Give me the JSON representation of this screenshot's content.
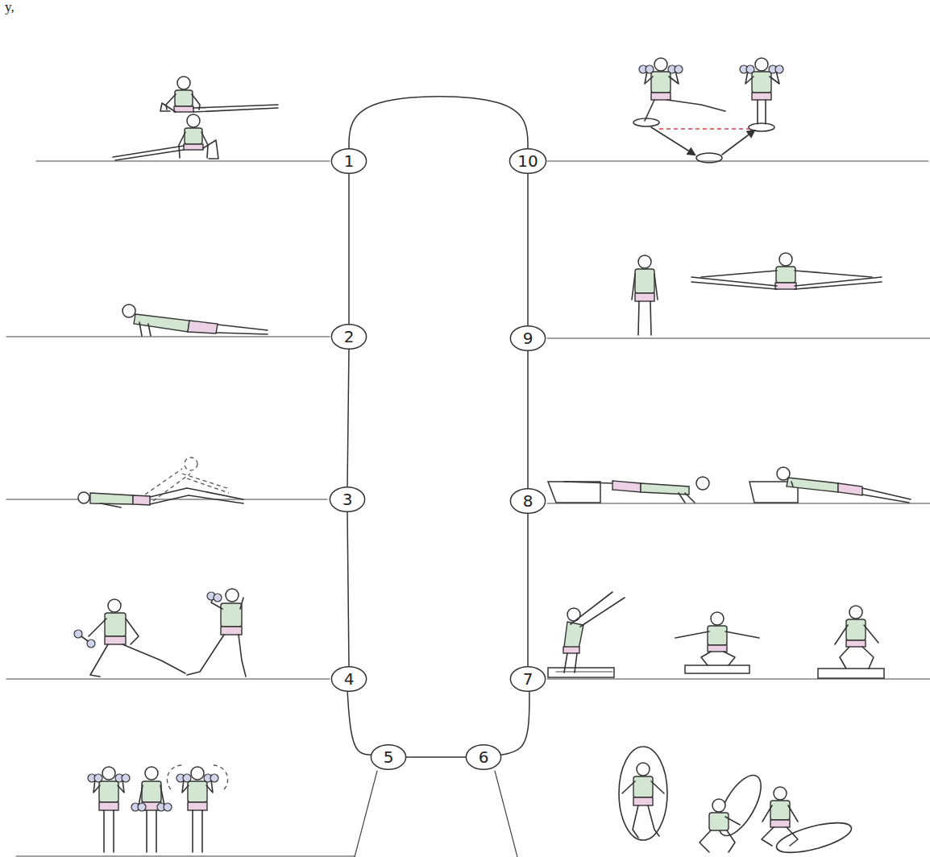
{
  "diagram": {
    "nodes": [
      {
        "text": [
          "1"
        ]
      },
      {
        "text": [
          "2"
        ]
      },
      {
        "text": [
          "3"
        ]
      },
      {
        "text": [
          "4"
        ]
      },
      {
        "text": [
          "5"
        ]
      },
      {
        "text": [
          "6"
        ]
      },
      {
        "text": [
          "7"
        ]
      },
      {
        "text": [
          "8"
        ]
      },
      {
        "text": [
          "9"
        ]
      },
      {
        "text": [
          "10"
        ]
      }
    ],
    "edges": [
      {
        "from": 0,
        "to": 1,
        "arrow": "none"
      },
      {
        "from": 1,
        "to": 2,
        "arrow": "none"
      },
      {
        "from": 2,
        "to": 3,
        "arrow": "none"
      },
      {
        "from": 3,
        "to": 4,
        "arrow": "none"
      },
      {
        "from": 4,
        "to": 5,
        "arrow": "none"
      },
      {
        "from": 5,
        "to": 6,
        "arrow": "none"
      },
      {
        "from": 6,
        "to": 7,
        "arrow": "none"
      },
      {
        "from": 7,
        "to": 8,
        "arrow": "none"
      },
      {
        "from": 8,
        "to": 9,
        "arrow": "none"
      },
      {
        "from": 9,
        "to": 0,
        "arrow": "none"
      }
    ],
    "labels": [
      "y,"
    ]
  }
}
